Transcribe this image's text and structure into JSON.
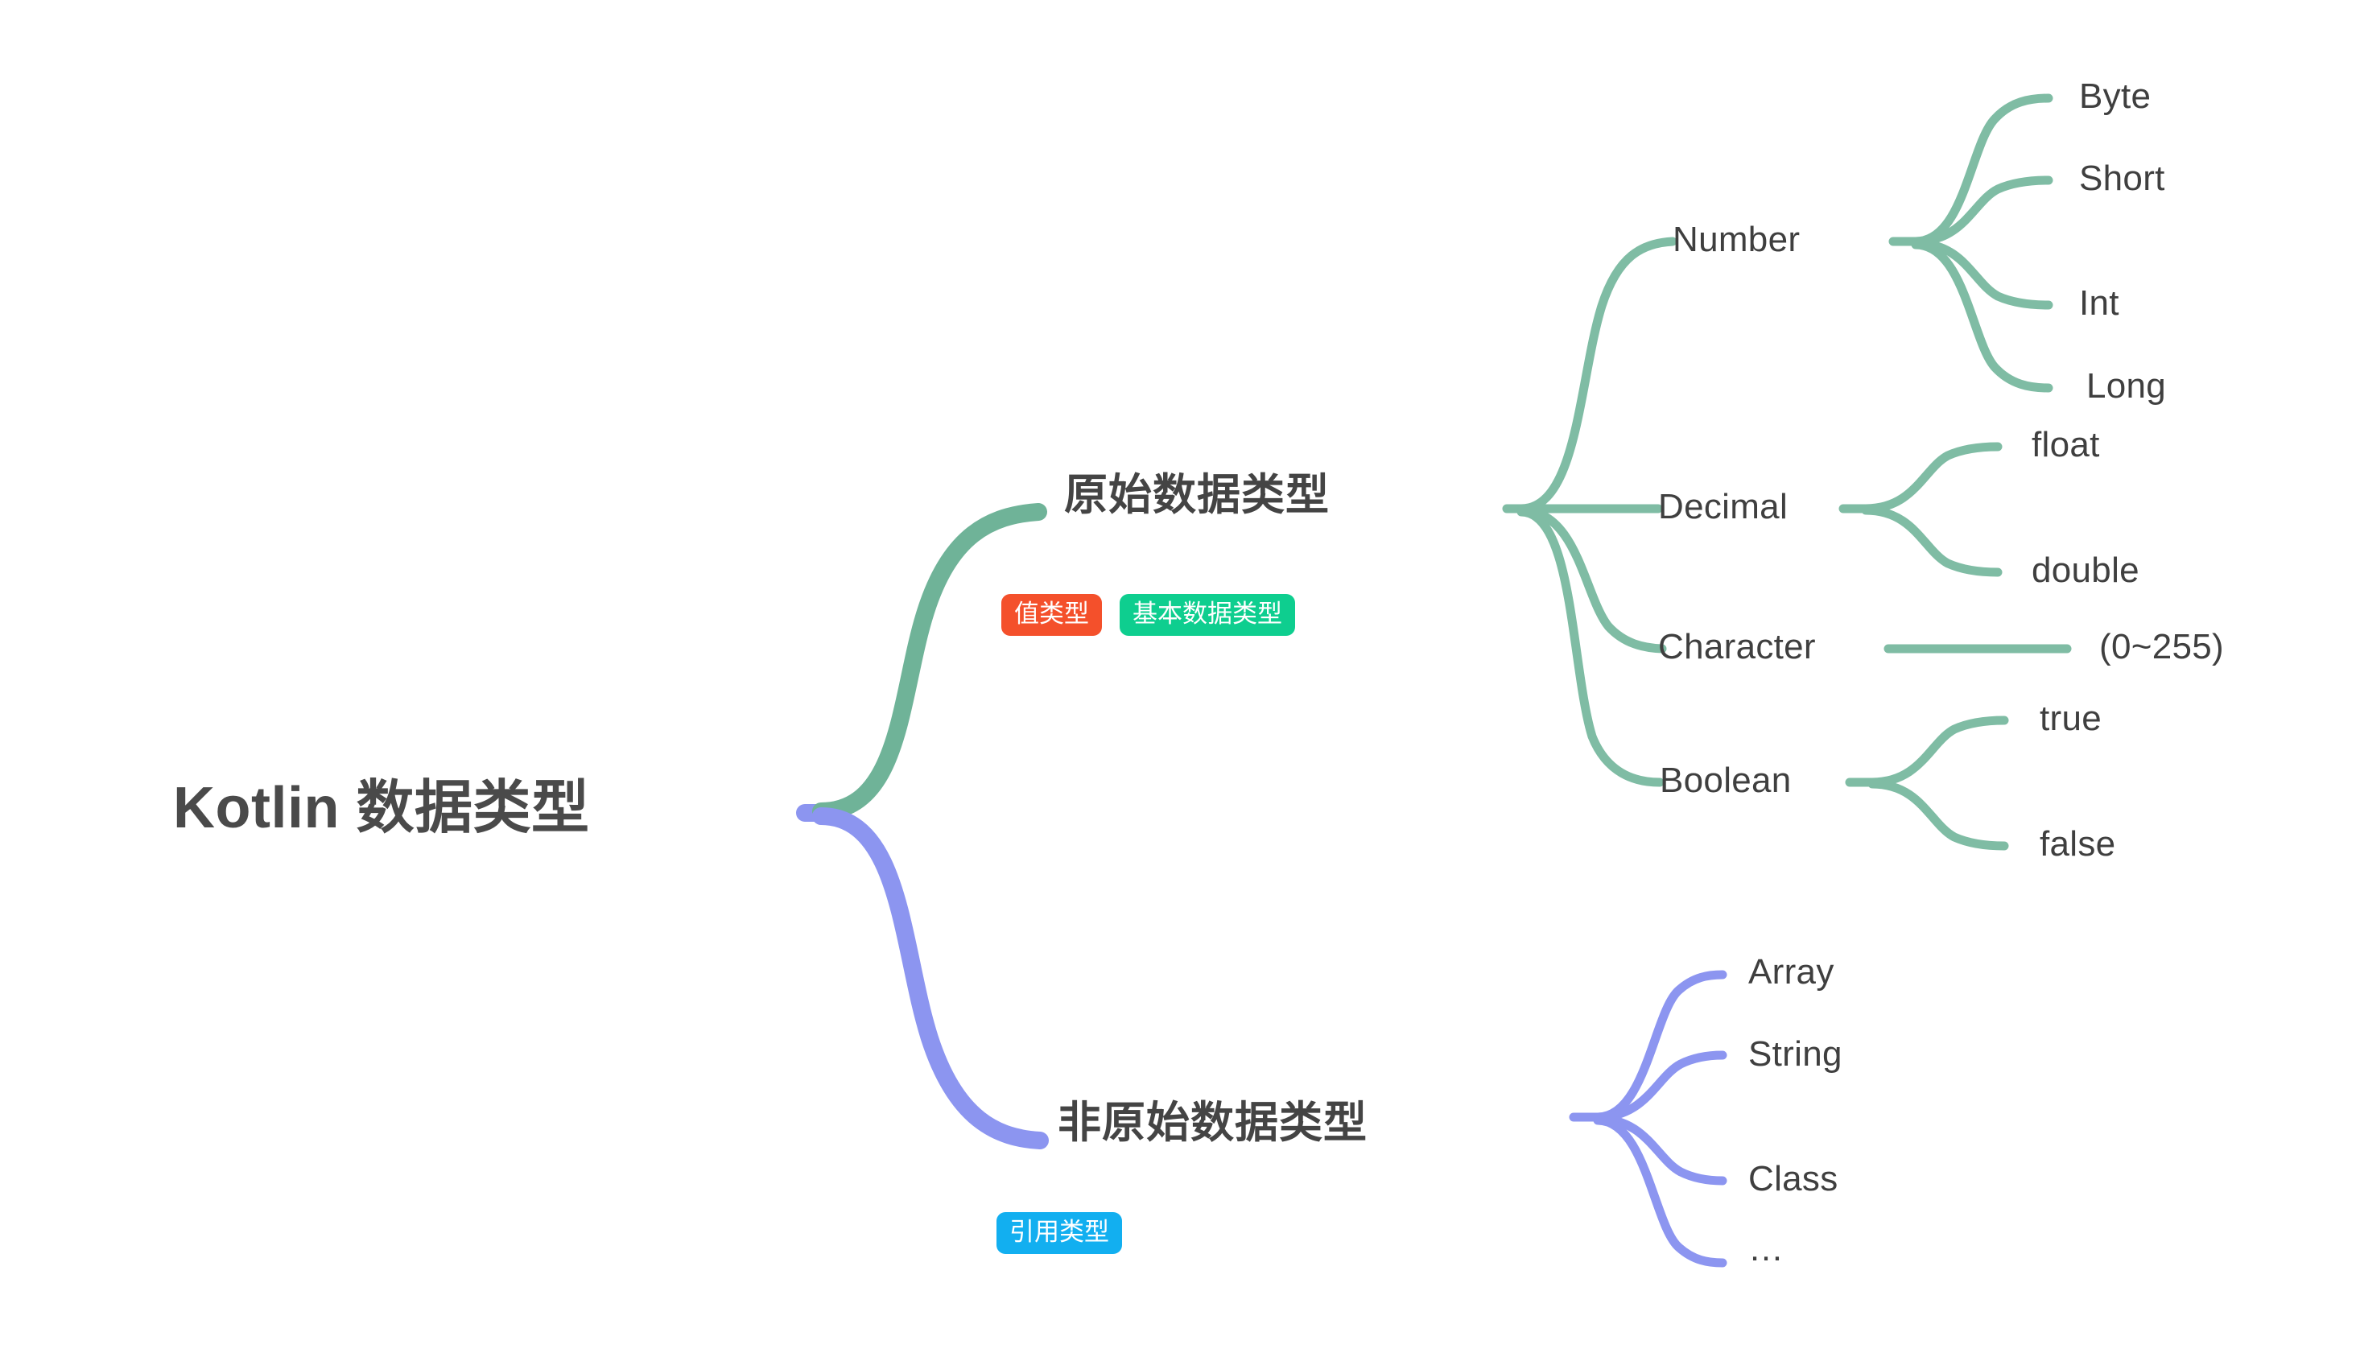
{
  "map": {
    "title": "Kotlin 数据类型",
    "colors": {
      "primitive_branch": "#6FB398",
      "nonprimitive_branch": "#8C95F0",
      "text": "#3f3f3f",
      "root_text": "#4a4a4a",
      "tag_value_type": "#F4502B",
      "tag_basic_type": "#0ECE8F",
      "tag_reference_type": "#12AFF0",
      "background": "#FFFFFF"
    },
    "root": {
      "label": "Kotlin 数据类型"
    },
    "branches": [
      {
        "id": "primitive",
        "label": "原始数据类型",
        "color": "#6FB398",
        "tags": [
          {
            "label": "值类型",
            "color": "#F4502B"
          },
          {
            "label": "基本数据类型",
            "color": "#0ECE8F"
          }
        ],
        "children": [
          {
            "label": "Number",
            "children": [
              {
                "label": "Byte"
              },
              {
                "label": "Short"
              },
              {
                "label": "Int"
              },
              {
                "label": "Long"
              }
            ]
          },
          {
            "label": "Decimal",
            "children": [
              {
                "label": "float"
              },
              {
                "label": "double"
              }
            ]
          },
          {
            "label": "Character",
            "children": [
              {
                "label": "(0~255)"
              }
            ]
          },
          {
            "label": "Boolean",
            "children": [
              {
                "label": "true"
              },
              {
                "label": "false"
              }
            ]
          }
        ]
      },
      {
        "id": "nonprimitive",
        "label": "非原始数据类型",
        "color": "#8C95F0",
        "tags": [
          {
            "label": "引用类型",
            "color": "#12AFF0"
          }
        ],
        "children": [
          {
            "label": "Array"
          },
          {
            "label": "String"
          },
          {
            "label": "Class"
          },
          {
            "label": "…"
          }
        ]
      }
    ]
  }
}
